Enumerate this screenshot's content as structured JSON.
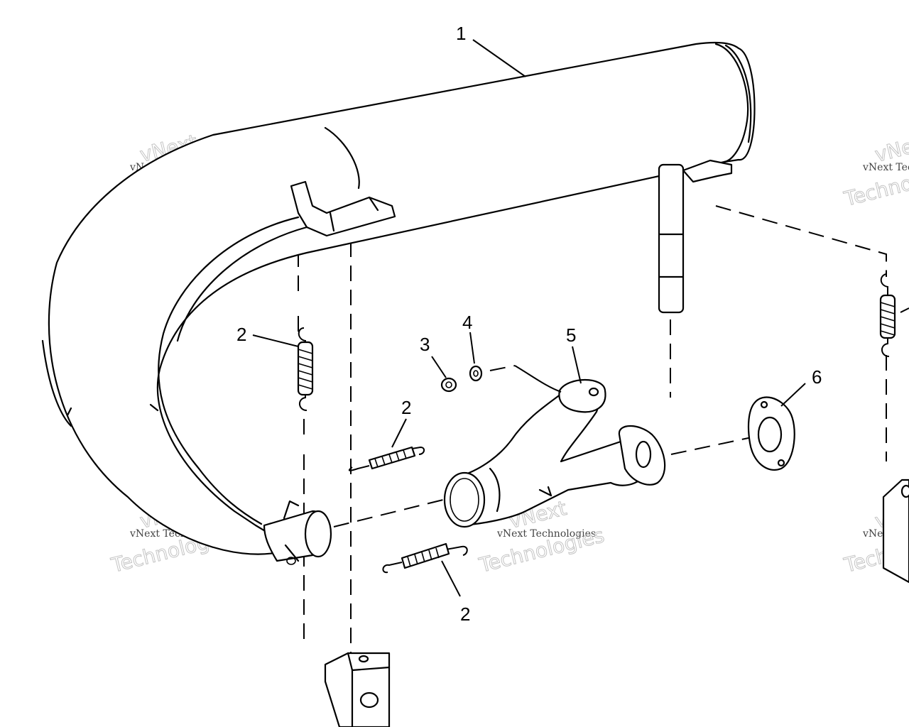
{
  "callouts": [
    {
      "id": "c1",
      "text": "1"
    },
    {
      "id": "c2a",
      "text": "2"
    },
    {
      "id": "c2b",
      "text": "2"
    },
    {
      "id": "c2c",
      "text": "2"
    },
    {
      "id": "c3",
      "text": "3"
    },
    {
      "id": "c4",
      "text": "4"
    },
    {
      "id": "c5",
      "text": "5"
    },
    {
      "id": "c6",
      "text": "6"
    }
  ],
  "watermark": {
    "company_line": "vNext Technologies",
    "brand_top": "vNext",
    "brand_bottom": "Technologies"
  }
}
